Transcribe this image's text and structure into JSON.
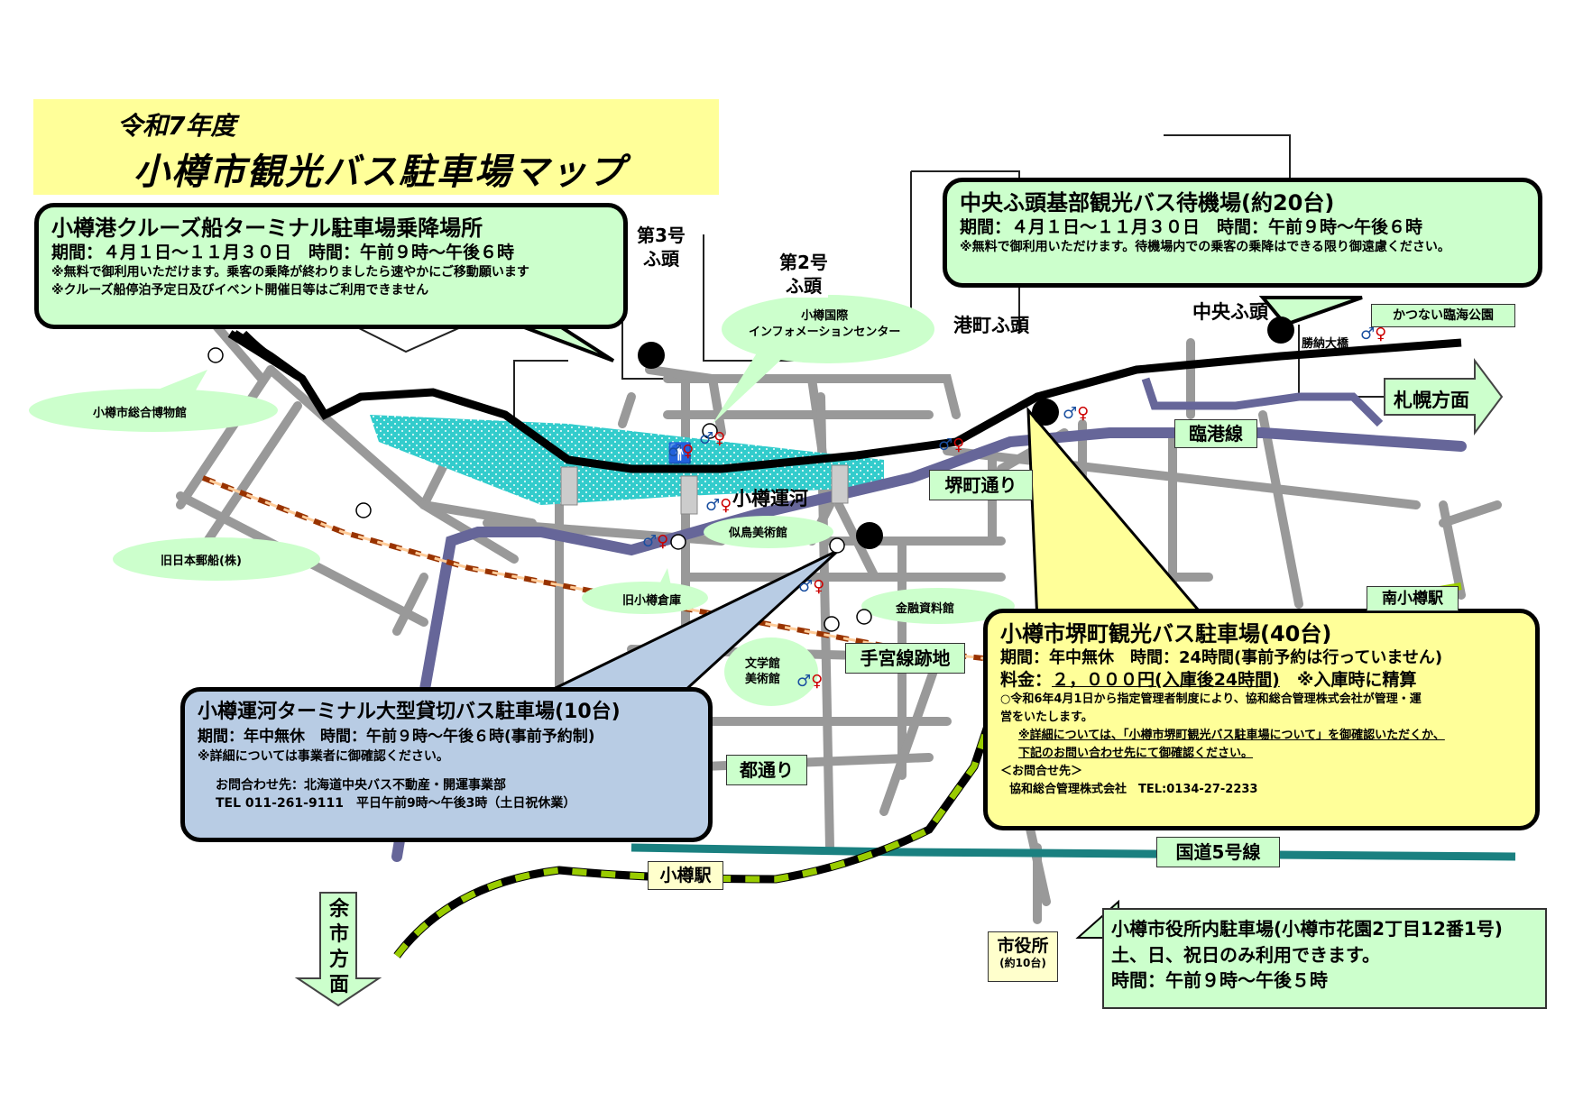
{
  "title": {
    "year": "令和7年度",
    "main": "小樽市観光バス駐車場マップ"
  },
  "cruise_box": {
    "heading": "小樽港クルーズ船ターミナル駐車場乗降場所",
    "hours": "期間：４月１日～１１月３０日　時間：午前９時～午後６時",
    "note1": "※無料で御利用いただけます。乗客の乗降が終わりましたら速やかにご移動願います",
    "note2": "※クルーズ船停泊予定日及びイベント開催日等はご利用できません"
  },
  "chuo_box": {
    "heading": "中央ふ頭基部観光バス待機場(約20台)",
    "hours": "期間：４月１日～１１月３０日　時間：午前９時～午後６時",
    "note": "※無料で御利用いただけます。待機場内での乗客の乗降はできる限り御遠慮ください。"
  },
  "sakaimachi_box": {
    "heading": "小樽市堺町観光バス駐車場(40台)",
    "hours": "期間：年中無休　時間：24時間(事前予約は行っていません)",
    "fee_label": "料金：",
    "fee_value": "２，０００円(入庫後24時間)",
    "fee_note": "※入庫時に精算",
    "note1": "○令和6年4月1日から指定管理者制度により、協和総合管理株式会社が管理・運",
    "note2": "営をいたします。",
    "note3": "※詳細については、「小樽市堺町観光バス駐車場について」を御確認いただくか、",
    "note4": "下記のお問い合わせ先にて御確認ください。",
    "contact_label": "＜お問合せ先＞",
    "contact": "協和総合管理株式会社　TEL:0134-27-2233"
  },
  "canal_box": {
    "heading": "小樽運河ターミナル大型貸切バス駐車場(10台)",
    "hours": "期間：年中無休　時間：午前９時～午後６時(事前予約制)",
    "note": "※詳細については事業者に御確認ください。",
    "contact": "お問合わせ先：北海道中央バス不動産・開運事業部",
    "tel": "TEL 011-261-9111　平日午前9時～午後3時（土日祝休業）"
  },
  "city_hall_box": {
    "heading": "小樽市役所内駐車場(小樽市花園2丁目12番1号)",
    "line1": "土、日、祝日のみ利用できます。",
    "line2": "時間：午前９時～午後５時"
  },
  "labels": {
    "pier3_a": "第3号",
    "pier3_b": "ふ頭",
    "pier2_a": "第2号",
    "pier2_b": "ふ頭",
    "info_center_a": "小樽国際",
    "info_center_b": "インフォメーションセンター",
    "minatomachi": "港町ふ頭",
    "chuo_futo": "中央ふ頭",
    "katsunai": "かつない臨海公園",
    "katsunai_bridge": "勝納大橋",
    "sapporo": "札幌方面",
    "rinko": "臨港線",
    "sakaimachi_dori": "堺町通り",
    "canal": "小樽運河",
    "museum": "小樽市総合博物館",
    "nippon_yusen": "旧日本郵船(株)",
    "nitori": "似鳥美術館",
    "soko": "旧小樽倉庫",
    "kinyu": "金融資料館",
    "bungaku_a": "文学館",
    "bungaku_b": "美術館",
    "temiya": "手宮線跡地",
    "minami_otaru": "南小樽駅",
    "miyako": "都通り",
    "kokudo": "国道5号線",
    "otaru_station": "小樽駅",
    "yoichi": [
      "余",
      "市",
      "方",
      "面"
    ],
    "shiyakusho": "市役所",
    "shiyakusho_count": "(約10台)"
  },
  "colors": {
    "green_box": "#ccffcc",
    "yellow_box": "#ffff99",
    "blue_box": "#b8cce4",
    "canal": "#33cccc",
    "rinko_line": "#666699",
    "kokudo_line": "#1a8080",
    "rail": "#99cc00",
    "temiya_line": "#993300"
  }
}
